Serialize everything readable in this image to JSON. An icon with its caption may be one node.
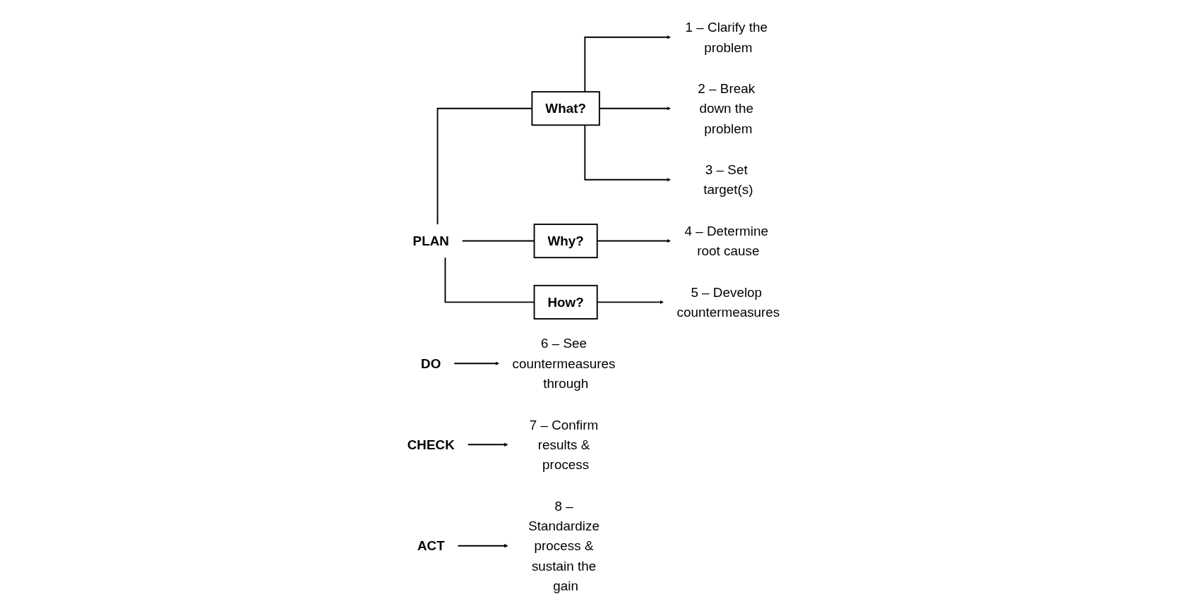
{
  "diagram": {
    "nodes": [
      {
        "text": [
          "PLAN"
        ]
      },
      {
        "text": [
          "What?"
        ]
      },
      {
        "text": [
          "Why?"
        ]
      },
      {
        "text": [
          "How?"
        ]
      },
      {
        "text": [
          "1 – Clarify the problem"
        ]
      },
      {
        "text": [
          "2 – Break down the problem"
        ]
      },
      {
        "text": [
          "3 – Set target(s)"
        ]
      },
      {
        "text": [
          "4 – Determine root cause"
        ]
      },
      {
        "text": [
          "5 – Develop countermeasures"
        ]
      },
      {
        "text": [
          "DO"
        ]
      },
      {
        "text": [
          "6 – See countermeasures through"
        ]
      },
      {
        "text": [
          "CHECK"
        ]
      },
      {
        "text": [
          "7 – Confirm results & process"
        ]
      },
      {
        "text": [
          "ACT"
        ]
      },
      {
        "text": [
          "8 – Standardize process & sustain the gain"
        ]
      }
    ],
    "edges": [
      {
        "from": 0,
        "to": 1,
        "arrow": "none"
      },
      {
        "from": 0,
        "to": 2,
        "arrow": "none"
      },
      {
        "from": 0,
        "to": 3,
        "arrow": "none"
      },
      {
        "from": 1,
        "to": 4,
        "arrow": "to"
      },
      {
        "from": 1,
        "to": 5,
        "arrow": "to"
      },
      {
        "from": 1,
        "to": 6,
        "arrow": "to"
      },
      {
        "from": 2,
        "to": 7,
        "arrow": "to"
      },
      {
        "from": 3,
        "to": 8,
        "arrow": "to"
      },
      {
        "from": 9,
        "to": 10,
        "arrow": "to"
      },
      {
        "from": 11,
        "to": 12,
        "arrow": "to"
      },
      {
        "from": 13,
        "to": 14,
        "arrow": "to"
      }
    ]
  }
}
